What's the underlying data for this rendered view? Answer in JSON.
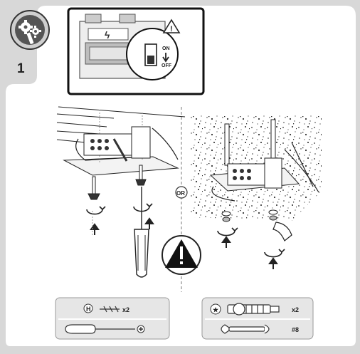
{
  "step": {
    "number": "1"
  },
  "switch_panel": {
    "on_label": "ON",
    "off_label": "OFF"
  },
  "center": {
    "or_label": "OR"
  },
  "tools_left": {
    "screw_code": "H",
    "screw_qty": "x2"
  },
  "tools_right": {
    "anchor_code": "★",
    "anchor_qty": "x2",
    "wrench_size": "#8"
  },
  "icons": [
    "tools-gear-icon",
    "power-off-icon",
    "warning-icon",
    "rotate-arrow-icon",
    "up-arrow-icon",
    "screwdriver-icon",
    "wrench-icon",
    "phillips-cross-icon"
  ],
  "colors": {
    "page_bg": "#ffffff",
    "frame_bg": "#d8d8d8",
    "ink": "#222222",
    "panel_gray": "#c9c9c9",
    "tool_box_bg": "#e6e6e6"
  }
}
